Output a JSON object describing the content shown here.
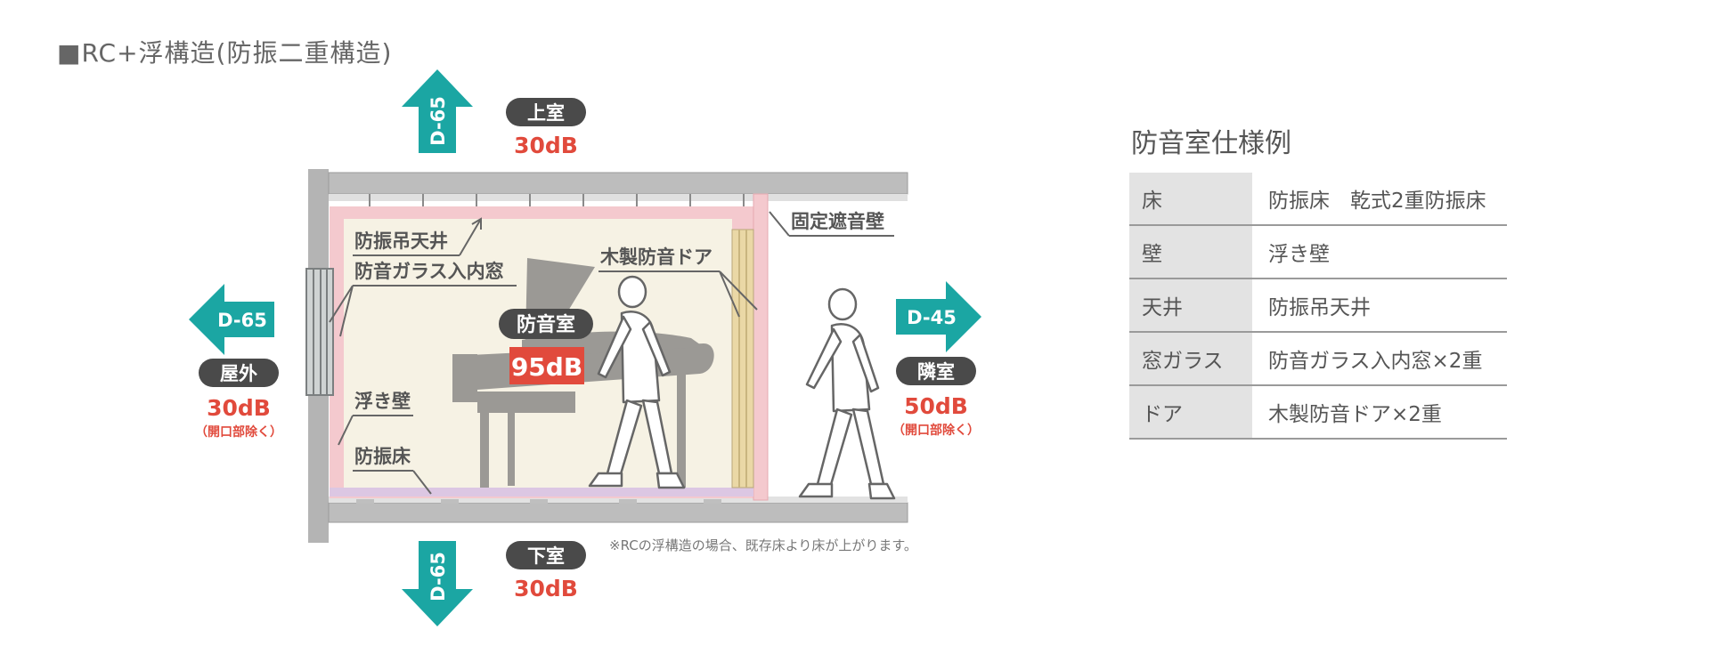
{
  "title": "■RC+浮構造(防振二重構造)",
  "note": "※RCの浮構造の場合、既存床より床が上がります。",
  "colors": {
    "teal": "#1ba6a3",
    "red": "#e14a3c",
    "dark": "#4a4a4a",
    "pink": "#f4c9ce",
    "cream": "#f6f2e4",
    "lavender": "#dcc7e3"
  },
  "arrows": {
    "up": {
      "label": "D-65"
    },
    "down": {
      "label": "D-65"
    },
    "left": {
      "label": "D-65"
    },
    "right": {
      "label": "D-45"
    }
  },
  "zones": {
    "upper": {
      "name": "上室",
      "db": "30dB"
    },
    "lower": {
      "name": "下室",
      "db": "30dB"
    },
    "outside": {
      "name": "屋外",
      "db": "30dB",
      "note": "（開口部除く）"
    },
    "next": {
      "name": "隣室",
      "db": "50dB",
      "note": "（開口部除く）"
    },
    "room": {
      "name": "防音室",
      "db": "95dB"
    }
  },
  "callouts": {
    "ceiling": "防振吊天井",
    "window": "防音ガラス入内窓",
    "door": "木製防音ドア",
    "fixed_wall": "固定遮音壁",
    "float_wall": "浮き壁",
    "floor": "防振床"
  },
  "spec": {
    "title": "防音室仕様例",
    "rows": [
      {
        "key": "床",
        "value": "防振床　乾式2重防振床"
      },
      {
        "key": "壁",
        "value": "浮き壁"
      },
      {
        "key": "天井",
        "value": "防振吊天井"
      },
      {
        "key": "窓ガラス",
        "value": "防音ガラス入内窓×2重"
      },
      {
        "key": "ドア",
        "value": "木製防音ドア×2重"
      }
    ]
  }
}
